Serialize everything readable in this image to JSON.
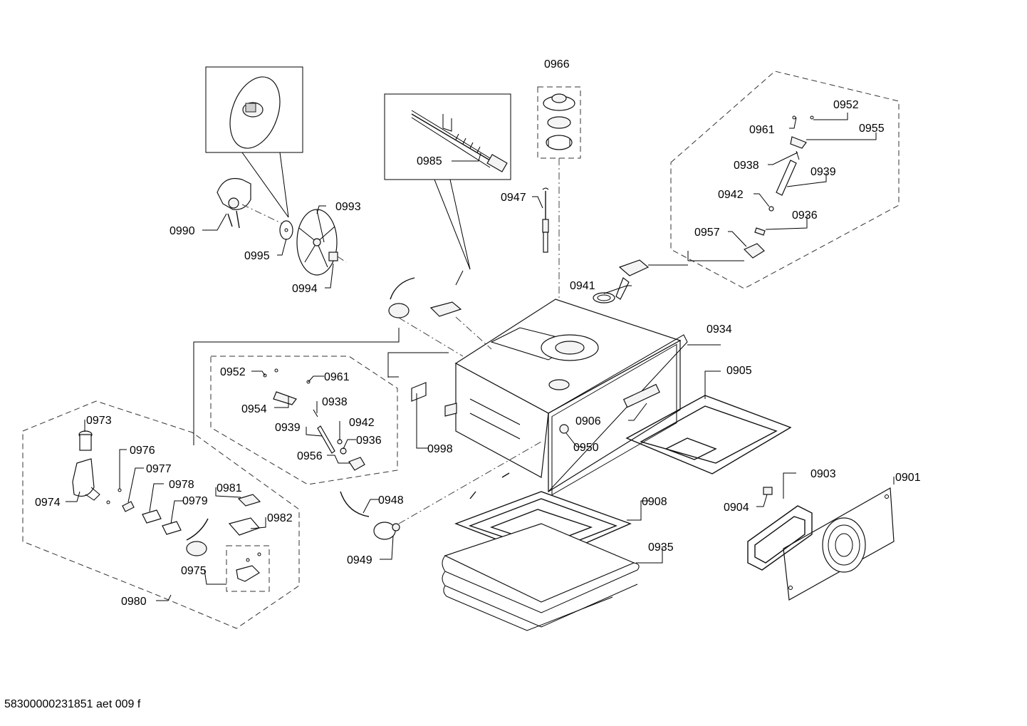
{
  "document_code": "58300000231851 aet 009 f",
  "callouts": {
    "c0901": "0901",
    "c0903": "0903",
    "c0904": "0904",
    "c0905": "0905",
    "c0906": "0906",
    "c0908": "0908",
    "c0934": "0934",
    "c0935": "0935",
    "c0936a": "0936",
    "c0936b": "0936",
    "c0938a": "0938",
    "c0938b": "0938",
    "c0939a": "0939",
    "c0939b": "0939",
    "c0941": "0941",
    "c0942a": "0942",
    "c0942b": "0942",
    "c0947": "0947",
    "c0948": "0948",
    "c0949": "0949",
    "c0950": "0950",
    "c0952a": "0952",
    "c0952b": "0952",
    "c0954": "0954",
    "c0955": "0955",
    "c0956": "0956",
    "c0957": "0957",
    "c0961a": "0961",
    "c0961b": "0961",
    "c0966": "0966",
    "c0973": "0973",
    "c0974": "0974",
    "c0975": "0975",
    "c0976": "0976",
    "c0977": "0977",
    "c0978": "0978",
    "c0979": "0979",
    "c0980": "0980",
    "c0981": "0981",
    "c0982": "0982",
    "c0985": "0985",
    "c0990": "0990",
    "c0993": "0993",
    "c0994": "0994",
    "c0995": "0995",
    "c0998": "0998"
  }
}
